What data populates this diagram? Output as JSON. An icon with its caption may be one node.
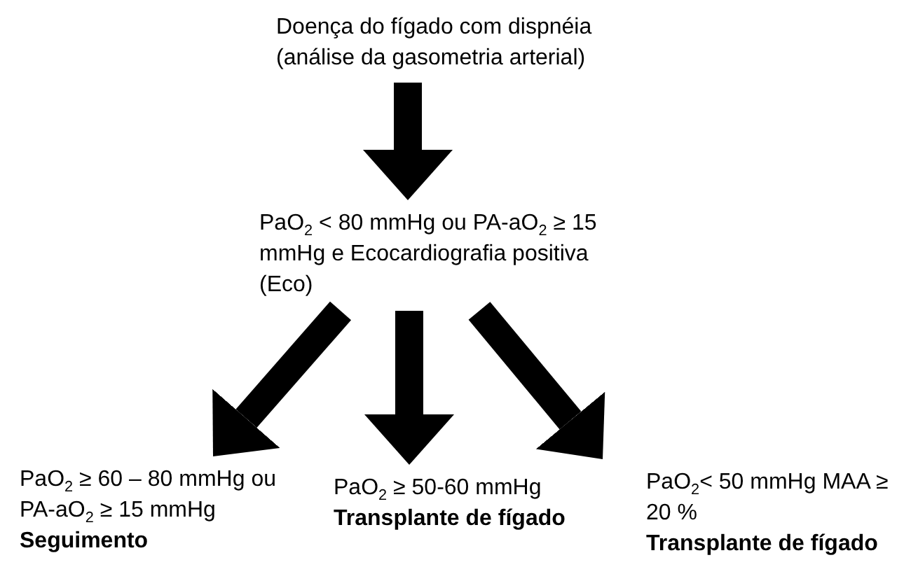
{
  "diagram": {
    "nodes": [
      {
        "text": [
          "Doença do fígado com dispnéia (análise da gasometria arterial)"
        ]
      },
      {
        "text": [
          "PaO$_{2}$ < 80 mmHg ou PA-aO$_{2}$ ≥ 15 mmHg e Ecocardiografia positiva (Eco)"
        ]
      },
      {
        "text": [
          "PaO$_{2}$ ≥ 60 – 80 mmHg ou PA-aO$_{2}$ ≥ 15 mmHg",
          "Seguimento"
        ]
      },
      {
        "text": [
          "PaO$_{2}$ ≥ 50-60 mmHg",
          "Transplante de fígado"
        ]
      },
      {
        "text": [
          "PaO$_{2}$< 50 mmHg MAA ≥ 20 %",
          "Transplante de fígado"
        ]
      }
    ],
    "edges": [
      {
        "from": 0,
        "to": 1,
        "arrow": "to"
      },
      {
        "from": 1,
        "to": 2,
        "arrow": "to"
      },
      {
        "from": 1,
        "to": 3,
        "arrow": "to"
      },
      {
        "from": 1,
        "to": 4,
        "arrow": "to"
      }
    ]
  }
}
